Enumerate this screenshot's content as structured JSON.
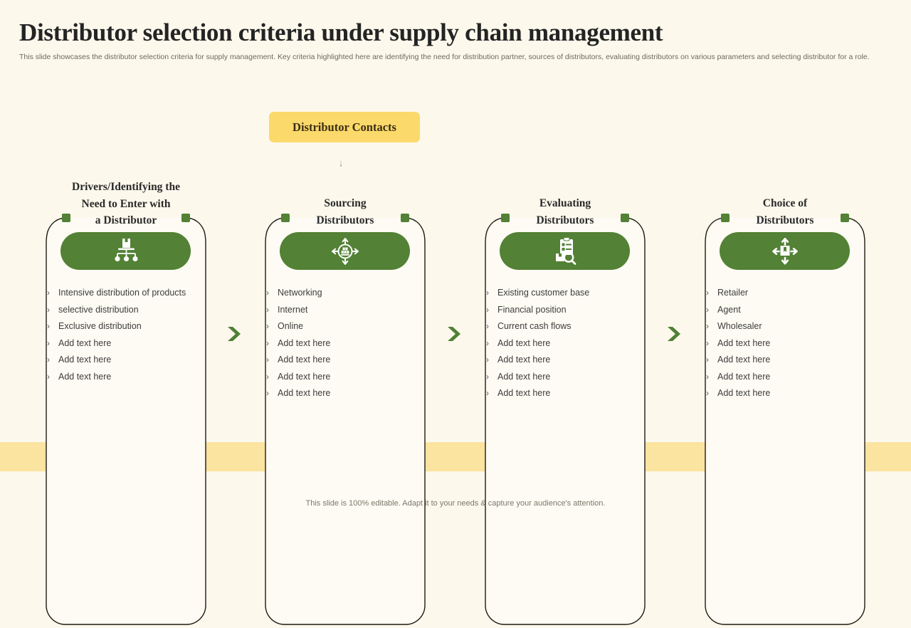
{
  "header": {
    "title": "Distributor selection criteria under supply chain management",
    "subtitle": "This slide showcases the distributor selection criteria for supply management. Key criteria highlighted here are identifying the need for distribution partner, sources of distributors, evaluating distributors on various parameters and selecting distributor for a role."
  },
  "top_node": {
    "label": "Distributor Contacts",
    "color": "#FBD96A",
    "arrow_icon": "down-arrow-icon"
  },
  "colors": {
    "background": "#FDF8EC",
    "band": "#FBE3A0",
    "accent_green": "#538135",
    "accent_yellow": "#FBD96A",
    "card_fill": "#FDFBF3",
    "card_border": "#1F1A12"
  },
  "columns": [
    {
      "title": "Drivers/Identifying the\nNeed to Enter with\na Distributor",
      "title_lines": [
        "Drivers/Identifying the",
        "Need to Enter with",
        "a Distributor"
      ],
      "icon": "distribution-network-icon",
      "items": [
        "Intensive  distribution of products",
        "selective distribution",
        "Exclusive  distribution",
        "Add text here",
        "Add text here",
        "Add text here"
      ]
    },
    {
      "title": "Sourcing\nDistributors",
      "title_lines": [
        "Sourcing",
        "Distributors"
      ],
      "icon": "pallet-expand-arrows-icon",
      "items": [
        "Networking",
        "Internet",
        "Online",
        "Add text here",
        "Add text here",
        "Add text here",
        "Add text here"
      ]
    },
    {
      "title": "Evaluating\nDistributors",
      "title_lines": [
        "Evaluating",
        "Distributors"
      ],
      "icon": "clipboard-inspection-icon",
      "items": [
        "Existing customer base",
        "Financial position",
        "Current  cash flows",
        "Add text here",
        "Add text here",
        "Add text here",
        "Add text here"
      ]
    },
    {
      "title": "Choice of\nDistributors",
      "title_lines": [
        "Choice of",
        "Distributors"
      ],
      "icon": "box-four-arrows-icon",
      "items": [
        "Retailer",
        "Agent",
        "Wholesaler",
        "Add text here",
        "Add text here",
        "Add text here",
        "Add text here"
      ]
    }
  ],
  "connectors": [
    {
      "icon": "chevron-right-icon"
    },
    {
      "icon": "chevron-right-icon"
    },
    {
      "icon": "chevron-right-icon"
    }
  ],
  "bullet_marker": "›",
  "footer": {
    "note": "This slide is 100% editable. Adapt it to your needs & capture your audience's attention."
  }
}
